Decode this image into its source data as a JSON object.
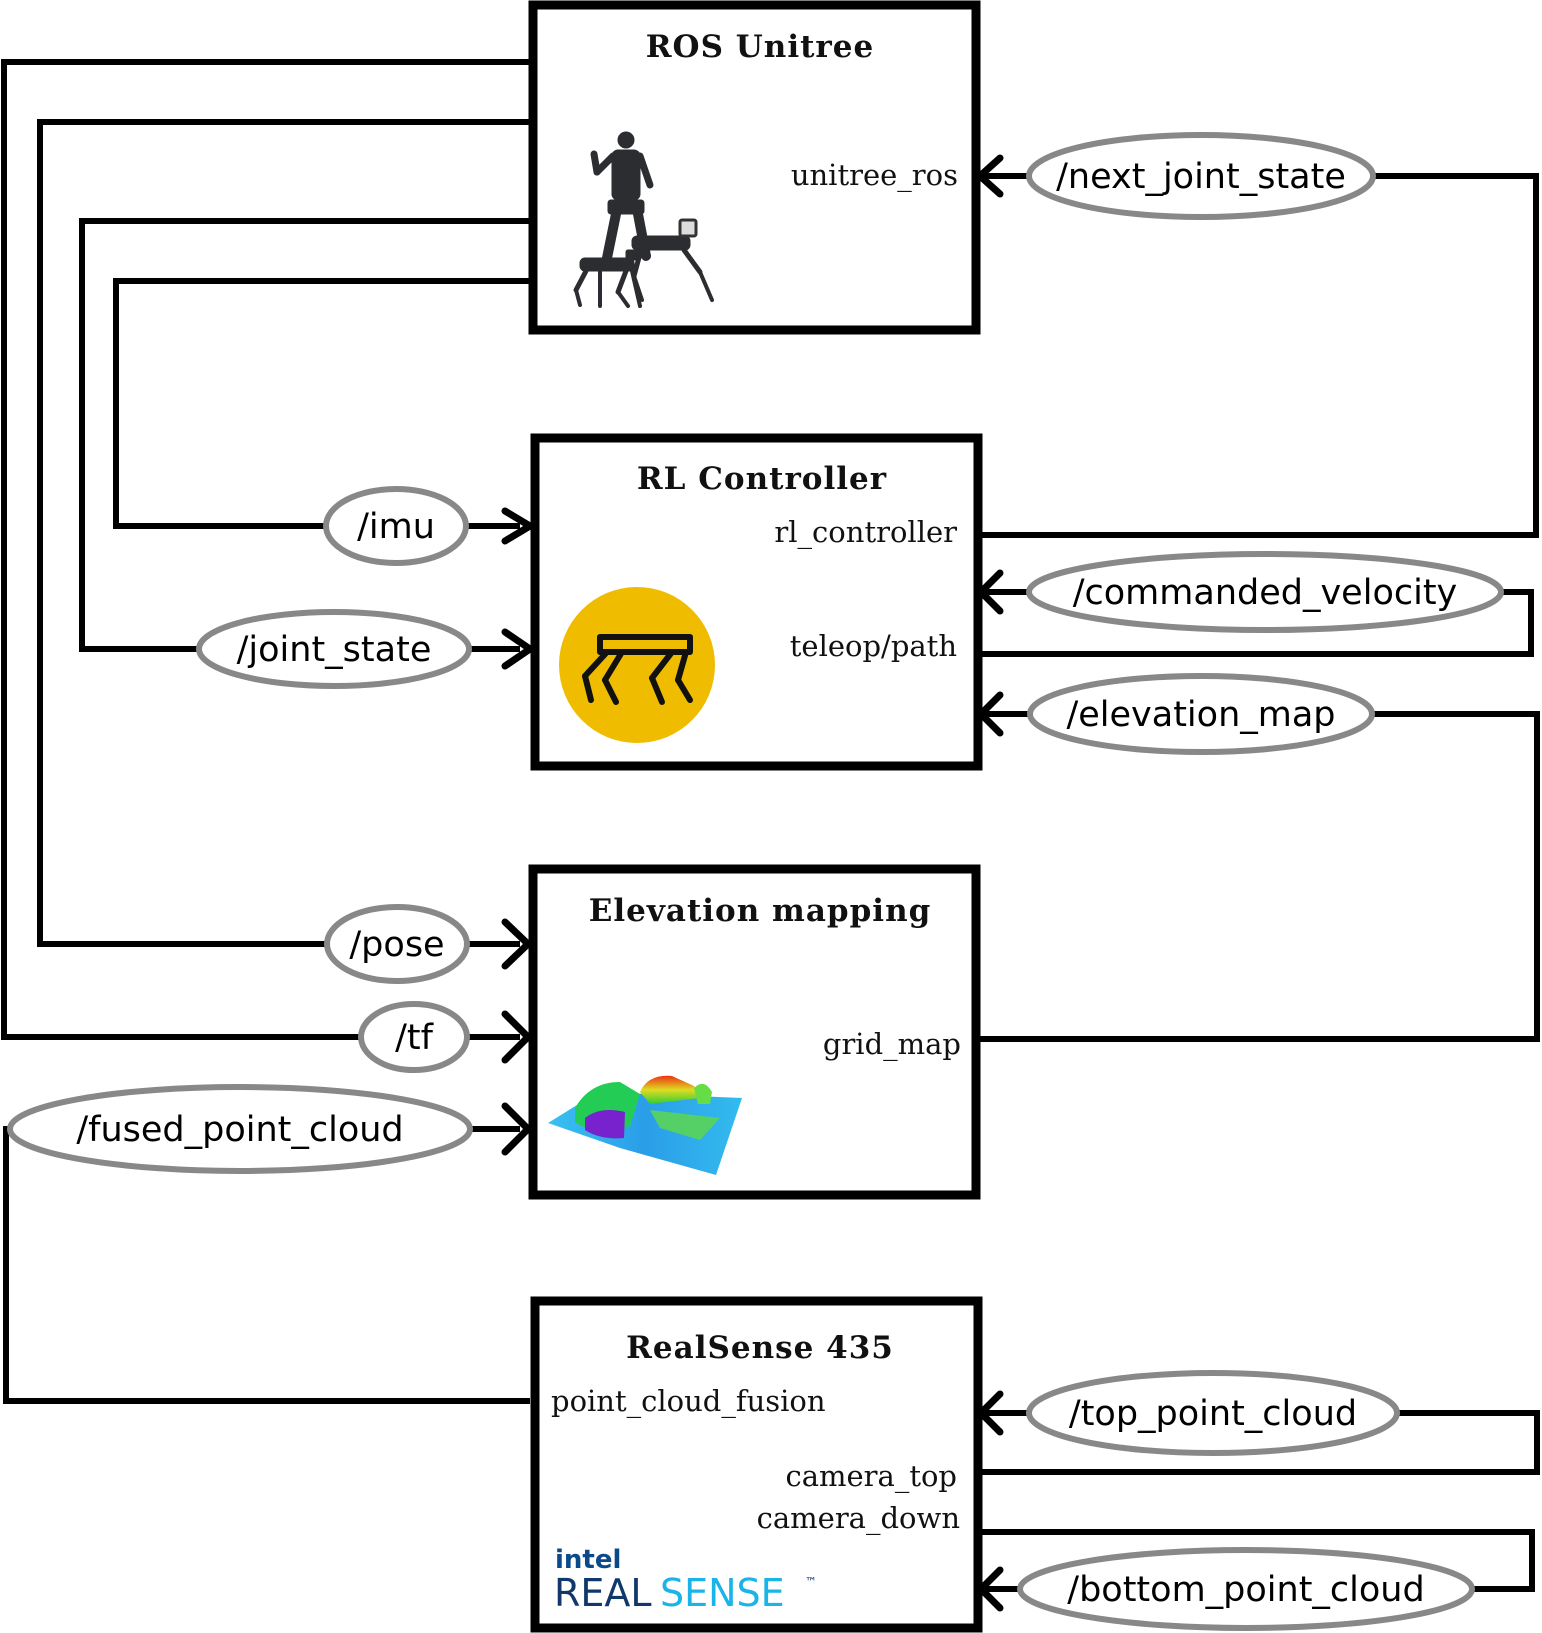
{
  "nodes": {
    "ros_unitree": {
      "title": "ROS Unitree",
      "items": [
        "unitree_ros"
      ]
    },
    "rl_controller": {
      "title": "RL Controller",
      "items": [
        "rl_controller",
        "teleop/path"
      ]
    },
    "elevation_mapping": {
      "title": "Elevation mapping",
      "items": [
        "grid_map"
      ]
    },
    "realsense": {
      "title": "RealSense 435",
      "items": [
        "point_cloud_fusion",
        "camera_top",
        "camera_down"
      ]
    }
  },
  "topics": {
    "next_joint_state": "/next_joint_state",
    "imu": "/imu",
    "joint_state": "/joint_state",
    "commanded_velocity": "/commanded_velocity",
    "elevation_map": "/elevation_map",
    "pose": "/pose",
    "tf": "/tf",
    "fused_point_cloud": "/fused_point_cloud",
    "top_point_cloud": "/top_point_cloud",
    "bottom_point_cloud": "/bottom_point_cloud"
  },
  "logos": {
    "intel": "intel",
    "real": "REAL",
    "sense": "SENSE",
    "tm": "™"
  },
  "colors": {
    "box_stroke": "#000000",
    "topic_stroke": "#888888",
    "rl_logo": "#f0bc00",
    "intel_blue": "#10386b",
    "sense_cyan": "#1ab4e8"
  },
  "icons": [
    "unitree-robots-photo-icon",
    "robot-dog-icon",
    "elevation-map-icon"
  ]
}
